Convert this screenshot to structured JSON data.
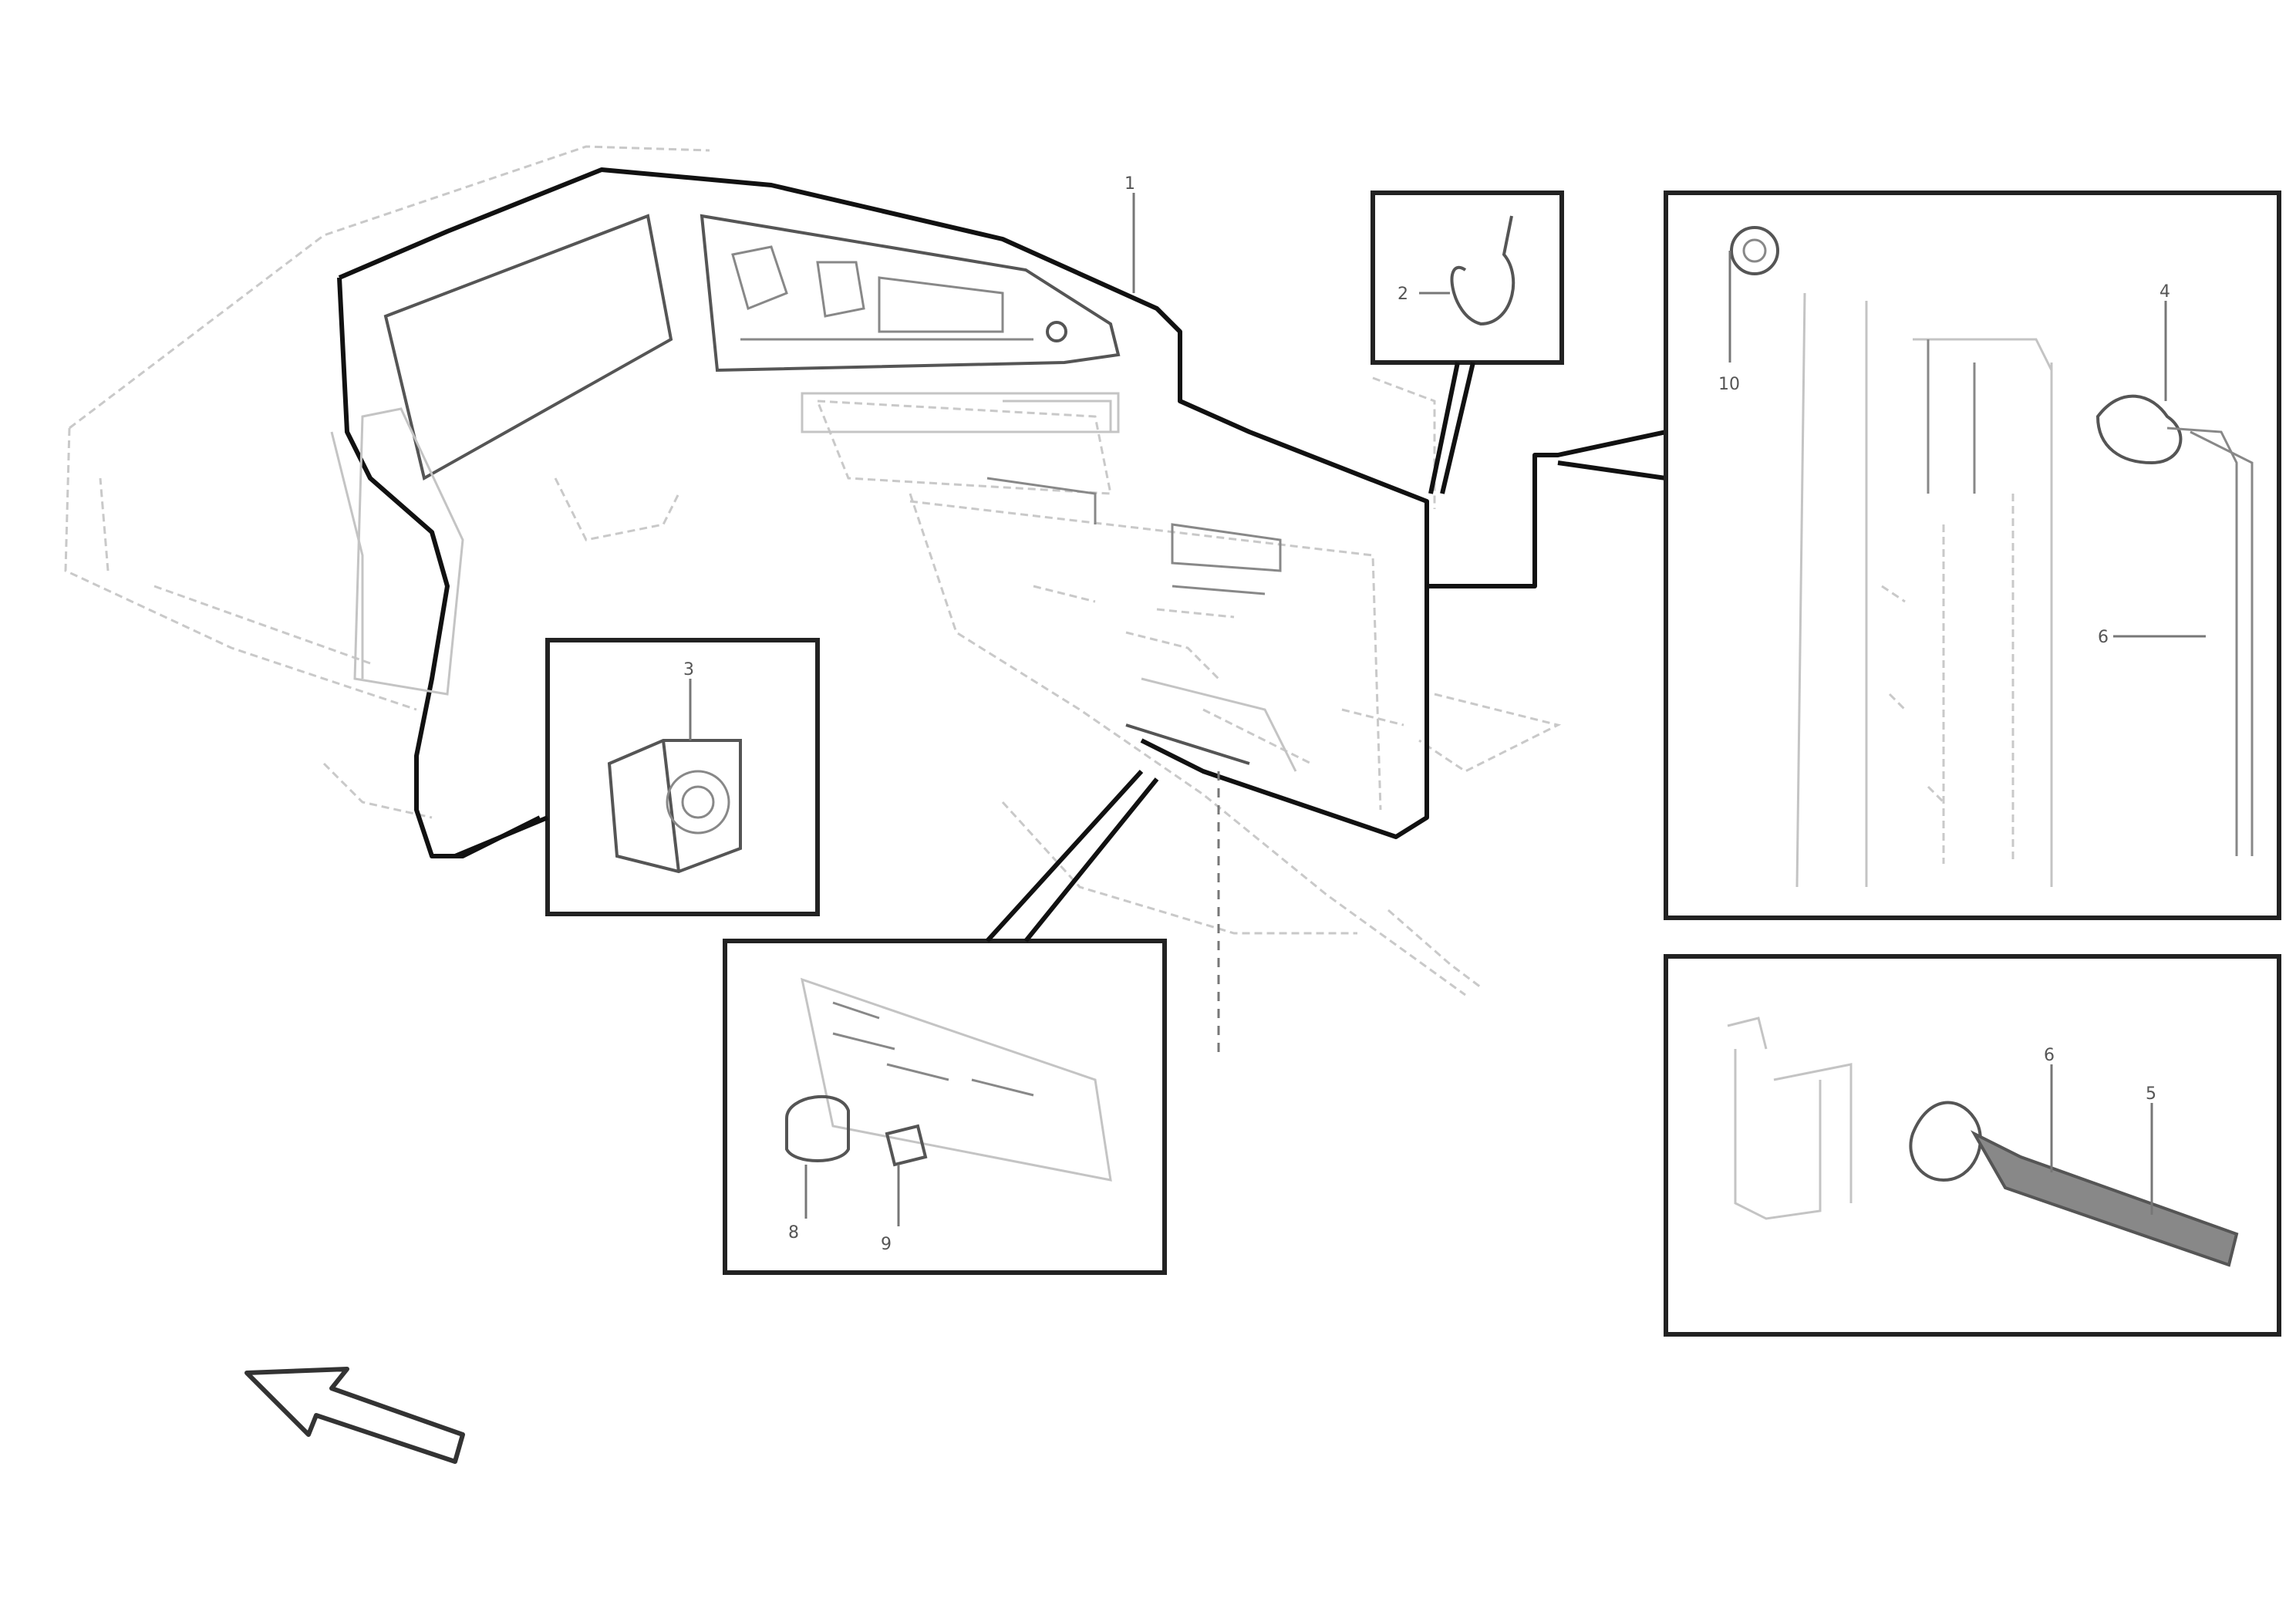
{
  "callouts": {
    "panel_top": "1",
    "cab_left": "",
    "small_box": "2",
    "switch_box": "3",
    "right_top_knob": "10",
    "right_top_stalk_a": "4",
    "right_top_stalk_b": "6",
    "right_bottom_a": "6",
    "right_bottom_b": "5",
    "lower_box_a": "8",
    "lower_box_b": "9"
  },
  "reference": {
    "line1": "",
    "line2": "",
    "drawing_id": ""
  }
}
